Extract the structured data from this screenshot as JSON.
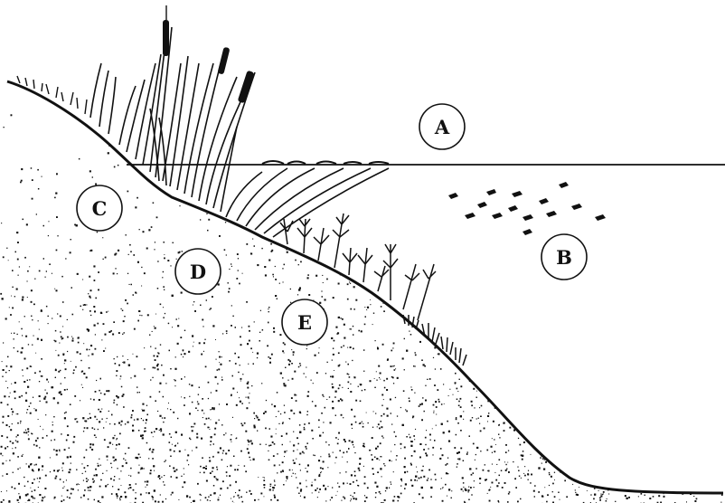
{
  "diagram": {
    "zones": [
      {
        "id": "A",
        "label": "A"
      },
      {
        "id": "B",
        "label": "B"
      },
      {
        "id": "C",
        "label": "C"
      },
      {
        "id": "D",
        "label": "D"
      },
      {
        "id": "E",
        "label": "E"
      }
    ],
    "colors": {
      "ink": "#111111",
      "background": "#ffffff"
    }
  }
}
